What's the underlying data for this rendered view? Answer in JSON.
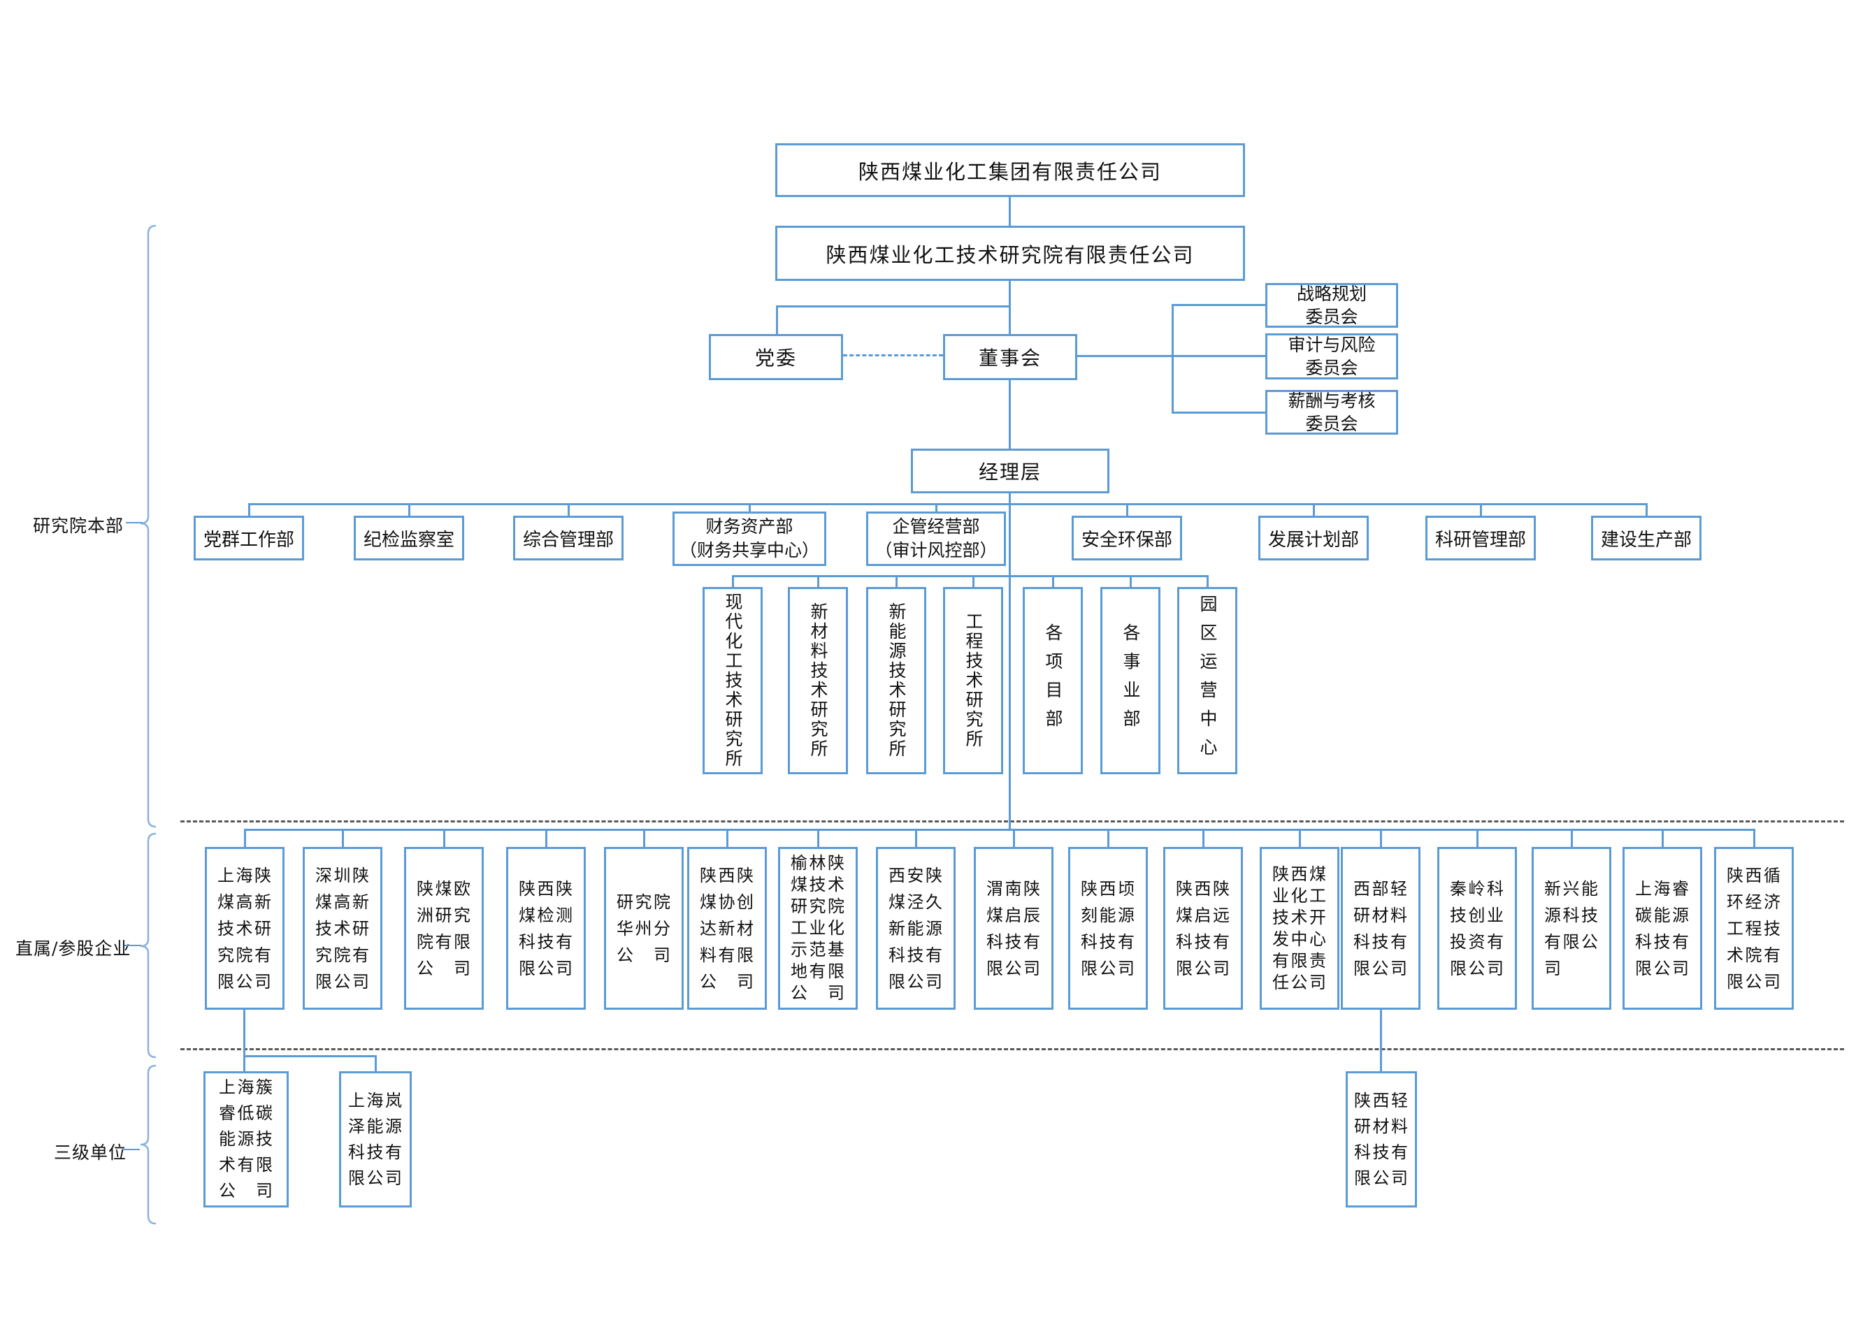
{
  "root_company": "陕西煤业化工集团有限责任公司",
  "parent_company": "陕西煤业化工技术研究院有限责任公司",
  "party_committee": "党委",
  "board": "董事会",
  "committees": [
    "战略规划\n委员会",
    "审计与风险\n委员会",
    "薪酬与考核\n委员会"
  ],
  "management": "经理层",
  "section_labels": [
    "研究院本部",
    "直属/参股企业",
    "三级单位"
  ],
  "departments": [
    "党群工作部",
    "纪检监察室",
    "综合管理部",
    "财务资产部\n（财务共享中心）",
    "企管经营部\n（审计风控部）",
    "安全环保部",
    "发展计划部",
    "科研管理部",
    "建设生产部"
  ],
  "institutes": [
    "现代化工技术研究所",
    "新材料技术研究所",
    "新能源技术研究所",
    "工程技术研究所",
    "各项目部",
    "各事业部",
    "园区运营中心"
  ],
  "companies": [
    "上海陕煤高新技术研究院有限公司",
    "深圳陕煤高新技术研究院有限公司",
    "陕煤欧洲研究院有限公司",
    "陕西陕煤检测科技有限公司",
    "研究院华州分公司",
    "陕西陕煤协创达新材料有限公司",
    "榆林陕煤技术研究院工业化示范基地有限公司",
    "西安陕煤泾久新能源科技有限公司",
    "渭南陕煤启辰科技有限公司",
    "陕西顷刻能源科技有限公司",
    "陕西陕煤启远科技有限公司",
    "陕西煤业化工技术开发中心有限责任公司",
    "西部轻研材料科技有限公司",
    "秦岭科技创业投资有限公司",
    "新兴能源科技有限公司",
    "上海睿碳能源科技有限公司",
    "陕西循环经济工程技术院有限公司"
  ],
  "subsidiaries": [
    "上海簇睿低碳能源技术有限公司",
    "上海岚泽能源科技有限公司",
    "陕西轻研材料科技有限公司"
  ],
  "colors": {
    "line_blue": "#5b9bd5",
    "separator_gray": "#595959",
    "text": "#111111",
    "background": "#ffffff"
  }
}
